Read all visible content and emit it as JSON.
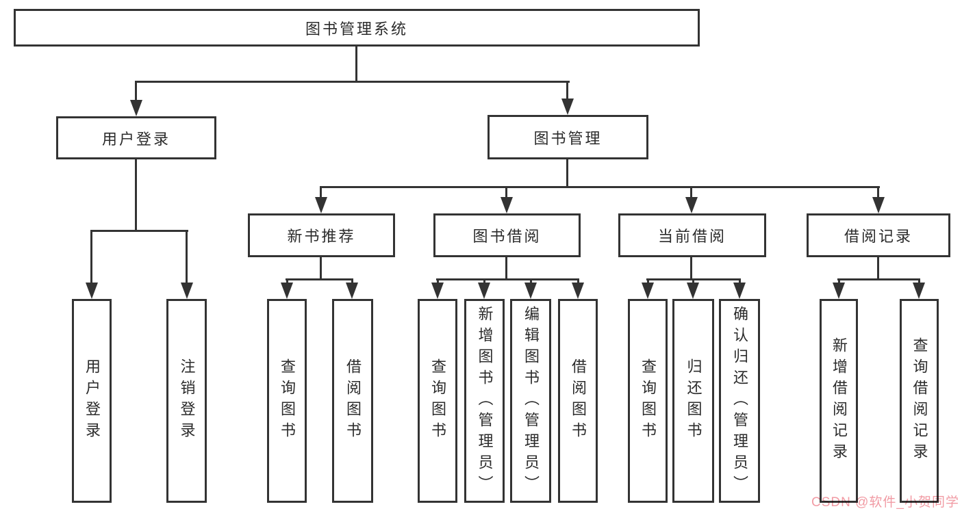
{
  "tree": {
    "label": "图书管理系统",
    "children": [
      {
        "label": "用户登录",
        "children": [
          {
            "label": "用户登录"
          },
          {
            "label": "注销登录"
          }
        ]
      },
      {
        "label": "图书管理",
        "children": [
          {
            "label": "新书推荐",
            "children": [
              {
                "label": "查询图书"
              },
              {
                "label": "借阅图书"
              }
            ]
          },
          {
            "label": "图书借阅",
            "children": [
              {
                "label": "查询图书"
              },
              {
                "label": "新增图书（管理员）"
              },
              {
                "label": "编辑图书（管理员）"
              },
              {
                "label": "借阅图书"
              }
            ]
          },
          {
            "label": "当前借阅",
            "children": [
              {
                "label": "查询图书"
              },
              {
                "label": "归还图书"
              },
              {
                "label": "确认归还（管理员）"
              }
            ]
          },
          {
            "label": "借阅记录",
            "children": [
              {
                "label": "新增借阅记录"
              },
              {
                "label": "查询借阅记录"
              }
            ]
          }
        ]
      }
    ]
  },
  "watermark": {
    "text": "CSDN @软件_小贺同学",
    "color": "#f19ba4"
  },
  "colors": {
    "line": "#333333",
    "text": "#2b2b2b",
    "background": "#ffffff"
  }
}
